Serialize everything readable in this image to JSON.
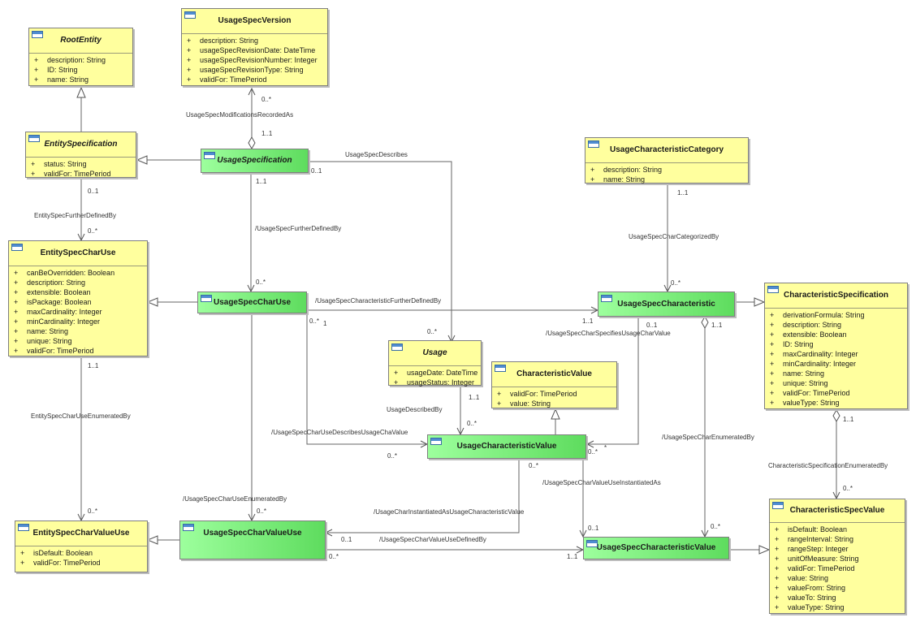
{
  "classes": {
    "root_entity": {
      "name": "RootEntity",
      "attributes": [
        "description: String",
        "ID: String",
        "name: String"
      ]
    },
    "usage_spec_version": {
      "name": "UsageSpecVersion",
      "attributes": [
        "description: String",
        "usageSpecRevisionDate: DateTime",
        "usageSpecRevisionNumber: Integer",
        "usageSpecRevisionType: String",
        "validFor: TimePeriod"
      ]
    },
    "entity_specification": {
      "name": "EntitySpecification",
      "attributes": [
        "status: String",
        "validFor: TimePeriod"
      ]
    },
    "usage_specification": {
      "name": "UsageSpecification",
      "attributes": []
    },
    "usage_characteristic_category": {
      "name": "UsageCharacteristicCategory",
      "attributes": [
        "description: String",
        "name: String"
      ]
    },
    "entity_spec_char_use": {
      "name": "EntitySpecCharUse",
      "attributes": [
        "canBeOverridden: Boolean",
        "description: String",
        "extensible: Boolean",
        "isPackage: Boolean",
        "maxCardinality: Integer",
        "minCardinality: Integer",
        "name: String",
        "unique: String",
        "validFor: TimePeriod"
      ]
    },
    "usage_spec_char_use": {
      "name": "UsageSpecCharUse",
      "attributes": []
    },
    "usage_spec_characteristic": {
      "name": "UsageSpecCharacteristic",
      "attributes": []
    },
    "characteristic_specification": {
      "name": "CharacteristicSpecification",
      "attributes": [
        "derivationFormula: String",
        "description: String",
        "extensible: Boolean",
        "ID: String",
        "maxCardinality: Integer",
        "minCardinality: Integer",
        "name: String",
        "unique: String",
        "validFor: TimePeriod",
        "valueType: String"
      ]
    },
    "usage": {
      "name": "Usage",
      "attributes": [
        "usageDate: DateTime",
        "usageStatus: Integer"
      ]
    },
    "characteristic_value": {
      "name": "CharacteristicValue",
      "attributes": [
        "validFor: TimePeriod",
        "value: String"
      ]
    },
    "usage_characteristic_value": {
      "name": "UsageCharacteristicValue",
      "attributes": []
    },
    "entity_spec_char_value_use": {
      "name": "EntitySpecCharValueUse",
      "attributes": [
        "isDefault: Boolean",
        "validFor: TimePeriod"
      ]
    },
    "usage_spec_char_value_use": {
      "name": "UsageSpecCharValueUse",
      "attributes": []
    },
    "usage_spec_characteristic_value": {
      "name": "UsageSpecCharacteristicValue",
      "attributes": []
    },
    "characteristic_spec_value": {
      "name": "CharacteristicSpecValue",
      "attributes": [
        "isDefault: Boolean",
        "rangeInterval: String",
        "rangeStep: Integer",
        "unitOfMeasure: String",
        "validFor: TimePeriod",
        "value: String",
        "valueFrom: String",
        "valueTo: String",
        "valueType: String"
      ]
    }
  },
  "visibility_symbol": "+",
  "labels": {
    "mods_recorded": "UsageSpecModificationsRecordedAs",
    "mods_m1": "0..*",
    "mods_m2": "1..1",
    "usage_spec_describes": "UsageSpecDescribes",
    "usd_m1": "0..1",
    "entity_further": "EntitySpecFurtherDefinedBy",
    "ef_m1": "0..1",
    "ef_m2": "0..*",
    "usage_further": "/UsageSpecFurtherDefinedBy",
    "uf_m1": "1..1",
    "uf_m2": "0..*",
    "char_categorized": "UsageSpecCharCategorizedBy",
    "cc_m1": "1..1",
    "cc_m2": "0..*",
    "char_further": "/UsageSpecCharacteristicFurtherDefinedBy",
    "cf_m1": "0..*",
    "cf_m2": "1",
    "cf_m3": "1..1",
    "cf_m4": "0..*",
    "specifies_usage_char_value": "/UsageSpecCharSpecifiesUsageCharValue",
    "sv_m1": "0..1",
    "sv_m2": "1..1",
    "char_use_describes": "/UsageSpecCharUseDescribesUsageChaValue",
    "cud_m1": "0..*",
    "usage_described_by": "UsageDescribedBy",
    "ud_m1": "1..1",
    "ud_m2": "0..*",
    "ucv_m1": "0..*",
    "ucv_m2": "*",
    "char_enum_by": "/UsageSpecCharEnumeratedBy",
    "ce_m1": "0..*",
    "char_spec_enum_by": "CharacteristicSpecificationEnumeratedBy",
    "cse_m1": "1..1",
    "cse_m2": "0..*",
    "entity_char_use_enum": "EntitySpecCharUseEnumeratedBy",
    "ecu_m1": "1..1",
    "ecu_m2": "0..*",
    "char_use_enum": "/UsageSpecCharUseEnumeratedBy",
    "cue_m1": "0..*",
    "instantiated_as": "/UsageCharInstantiatedAsUsageCharacteristicValue",
    "ia_m1": "0..*",
    "ia_m2": "0..1",
    "value_use_instantiated": "/UsageSpecCharValueUseInstantiatedAs",
    "vui_m1": "0..1",
    "value_use_defined_by": "/UsageSpecCharValueUseDefinedBy",
    "vud_m1": "0..*",
    "vud_m2": "1..1"
  }
}
